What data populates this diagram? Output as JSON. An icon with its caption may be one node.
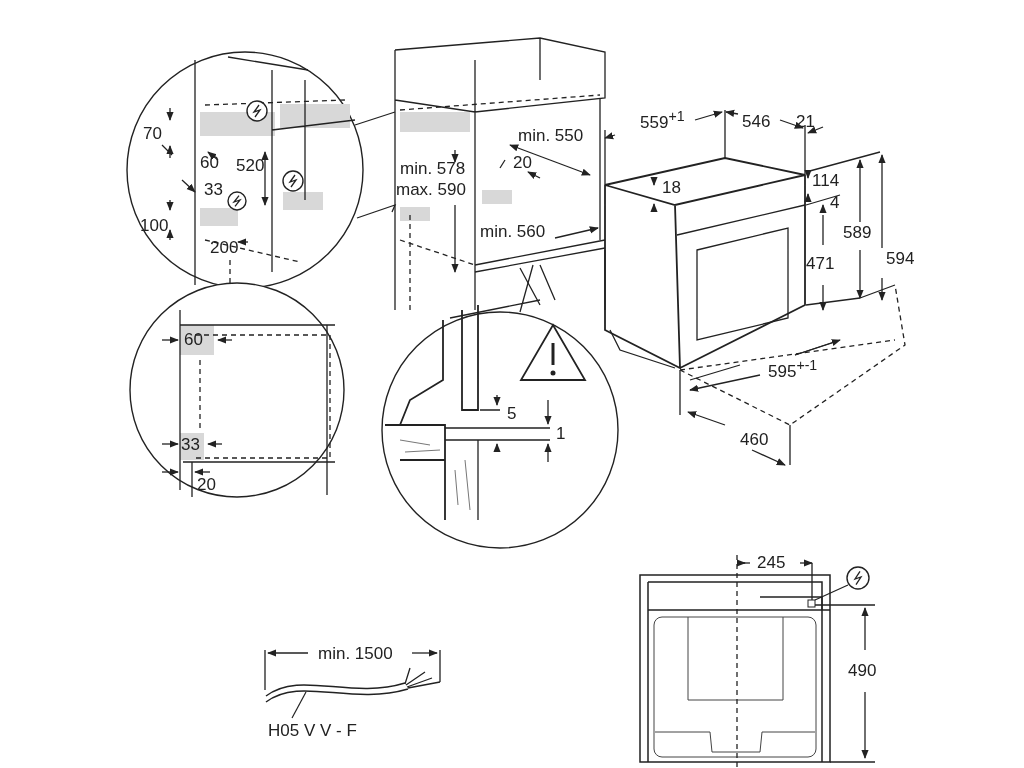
{
  "diagram": {
    "nodes": [
      {
        "text": [
          "H05 V V - F"
        ]
      },
      {
        "text": [],
        "shape": "picture"
      }
    ],
    "edges": [
      {
        "from": 0,
        "to": 1,
        "arrow": "none"
      }
    ],
    "labels": [
      "70",
      "60",
      "520",
      "33",
      "100",
      "200",
      "min. 578",
      "max. 590",
      "min. 550",
      "20",
      "min. 560",
      "559$^{+1}$",
      "546",
      "21",
      "18",
      "114",
      "4",
      "471",
      "589",
      "594",
      "595$^{+-1}$",
      "460",
      "60",
      "33",
      "20",
      "5",
      "1",
      "min. 1500",
      "245",
      "490"
    ]
  }
}
